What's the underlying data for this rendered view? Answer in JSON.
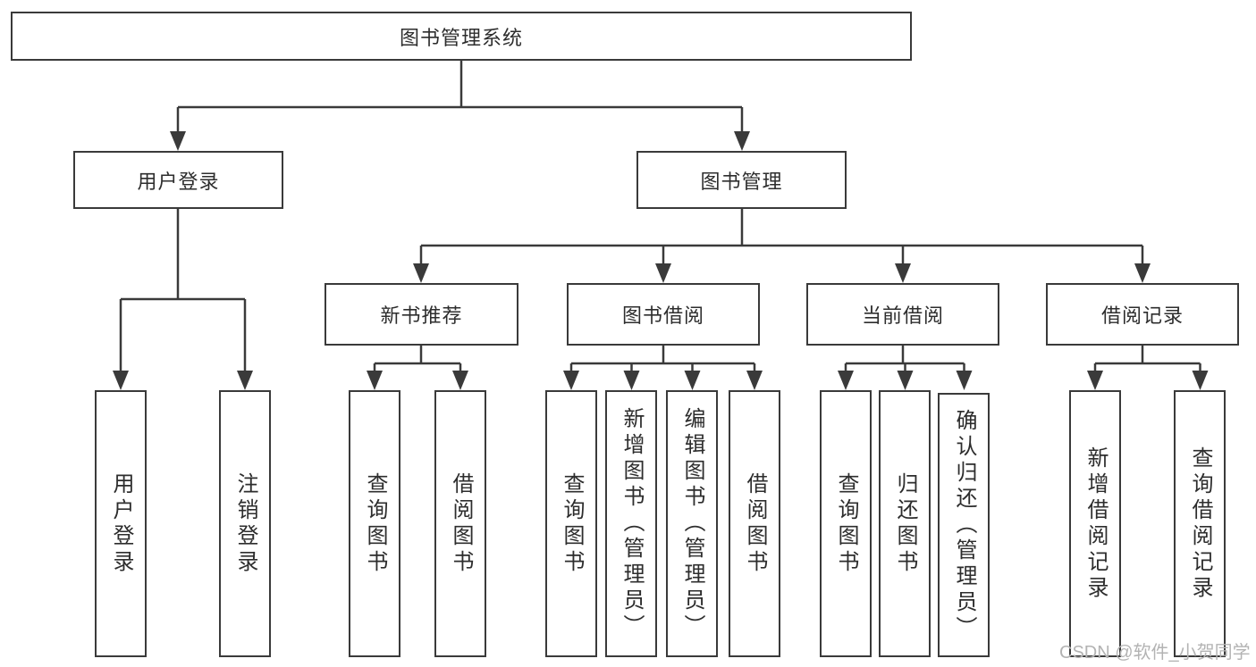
{
  "colors": {
    "line": "#3a3a3a",
    "text": "#2d2d2d",
    "background": "#ffffff",
    "watermark": "#b3b3b3"
  },
  "nodes": {
    "root": {
      "label": "图书管理系统"
    },
    "level1": [
      {
        "label": "用户登录"
      },
      {
        "label": "图书管理"
      }
    ],
    "level2": [
      {
        "label": "新书推荐"
      },
      {
        "label": "图书借阅"
      },
      {
        "label": "当前借阅"
      },
      {
        "label": "借阅记录"
      }
    ],
    "leaves": [
      {
        "label": "用户登录"
      },
      {
        "label": "注销登录"
      },
      {
        "label": "查询图书"
      },
      {
        "label": "借阅图书"
      },
      {
        "label": "查询图书"
      },
      {
        "label": "新增图书（管理员）"
      },
      {
        "label": "编辑图书（管理员）"
      },
      {
        "label": "借阅图书"
      },
      {
        "label": "查询图书"
      },
      {
        "label": "归还图书"
      },
      {
        "label": "确认归还（管理员）"
      },
      {
        "label": "新增借阅记录"
      },
      {
        "label": "查询借阅记录"
      }
    ]
  },
  "watermark": {
    "text": "CSDN @软件_小贺同学"
  }
}
